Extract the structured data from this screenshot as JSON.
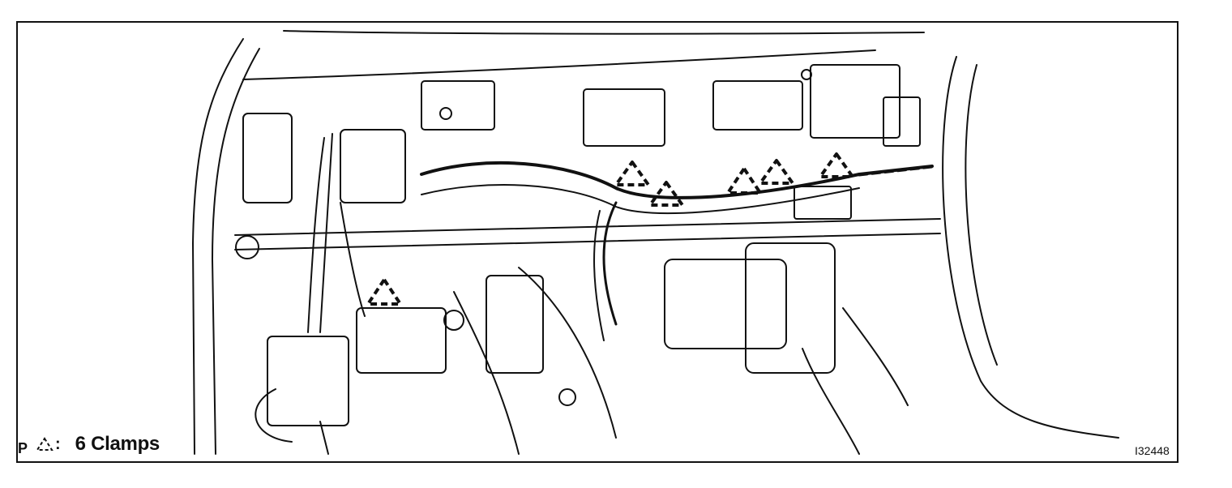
{
  "figure": {
    "corner_mark": "P",
    "legend": {
      "symbol_name": "dashed-triangle-clamp-icon",
      "colon": ":",
      "label": "6 Clamps"
    },
    "figure_id": "I32448",
    "clamp_count": 6
  },
  "colors": {
    "ink": "#111111",
    "paper": "#ffffff"
  }
}
